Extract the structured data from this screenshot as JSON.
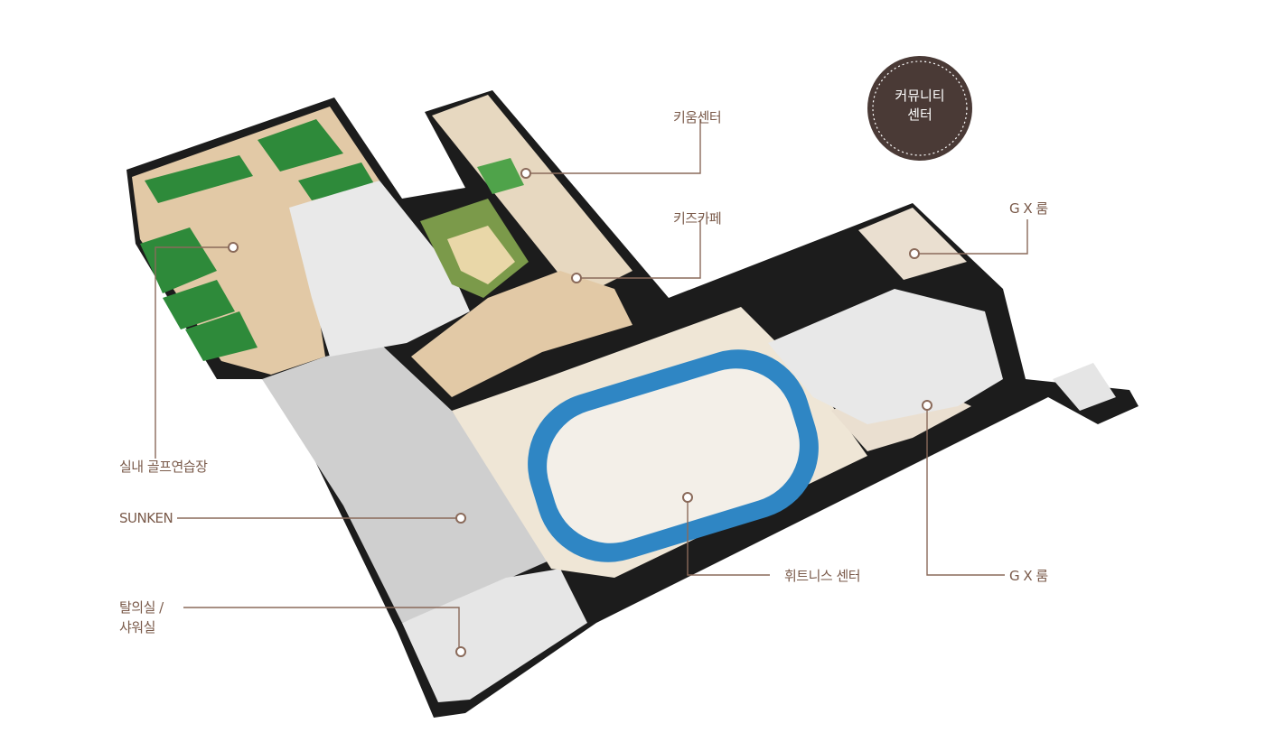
{
  "badge": {
    "line1": "커뮤니티",
    "line2": "센터",
    "color": "#4a3a36"
  },
  "labels": {
    "kiwoom_center": "키움센터",
    "kids_cafe": "키즈카페",
    "gx_room_top": "G X 룸",
    "golf_range": "실내 골프연습장",
    "sunken": "SUNKEN",
    "locker_line1": "탈의실 /",
    "locker_line2": "샤워실",
    "fitness_center": "휘트니스 센터",
    "gx_room_bottom": "G X 룸"
  },
  "colors": {
    "leader_line": "#8a6a5a",
    "wall": "#1c1c1c",
    "floor_wood": "#e2c9a6",
    "floor_stone": "#cfcfcf",
    "golf_turf": "#2e8a3a",
    "track_blue": "#2f86c4",
    "floor_fitness": "#efe6d6",
    "gx_floor": "#eadfd0"
  }
}
